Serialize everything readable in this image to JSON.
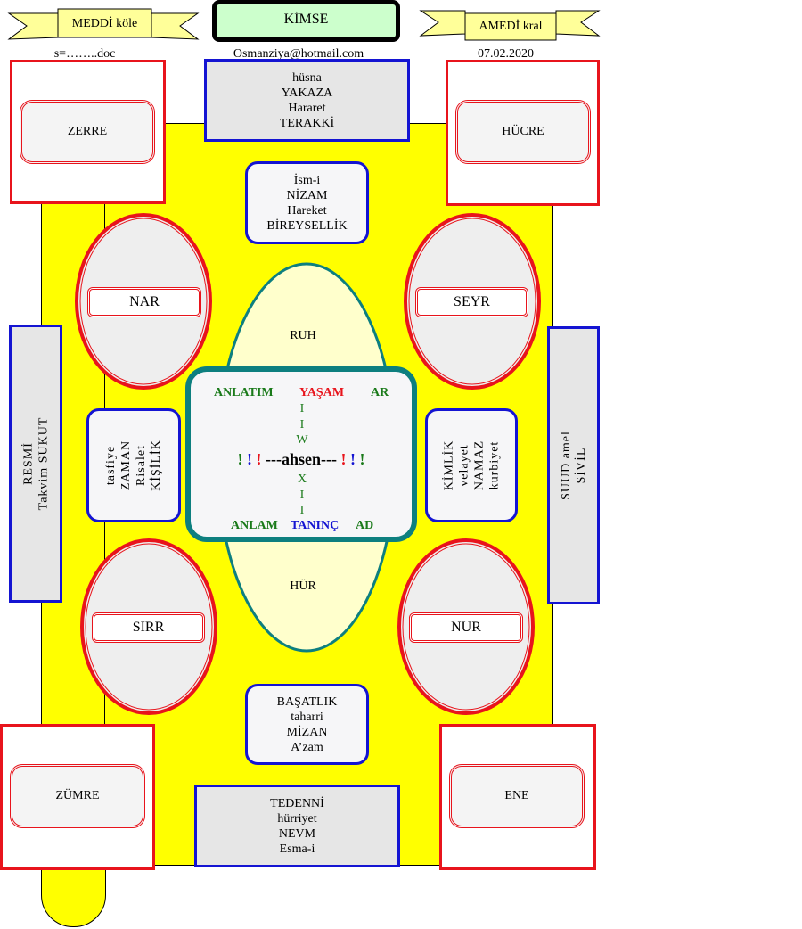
{
  "header": {
    "left_banner": "MEDDİ köle",
    "center_title": "KİMSE",
    "right_banner": "AMEDİ kral",
    "left_sub": "s=……..doc",
    "center_sub": "Osmanziya@hotmail.com",
    "right_sub": "07.02.2020"
  },
  "corners": {
    "top_left": "ZERRE",
    "top_right": "HÜCRE",
    "bottom_left": "ZÜMRE",
    "bottom_right": "ENE"
  },
  "top_box": [
    "hüsna",
    "YAKAZA",
    "Hararet",
    "TERAKKİ"
  ],
  "bottom_box": [
    "TEDENNİ",
    "hürriyet",
    "NEVM",
    "Esma-i"
  ],
  "upper_inner": [
    "İsm-i",
    "NİZAM",
    "Hareket",
    "BİREYSELLİK"
  ],
  "lower_inner": [
    "BAŞATLIK",
    "taharri",
    "MİZAN",
    "A’zam"
  ],
  "ellipses": {
    "top_left": "NAR",
    "top_right": "SEYR",
    "bottom_left": "SIRR",
    "bottom_right": "NUR"
  },
  "oval": {
    "top": "RUH",
    "bottom": "HÜR"
  },
  "left_side": [
    "tasfiye",
    "ZAMAN",
    "Risalet",
    "KİŞİLİK"
  ],
  "right_side": [
    "KİMLİK",
    "velayet",
    "NAMAZ",
    "kurbiyet"
  ],
  "left_bar": [
    "RESMİ",
    "Takvim SUKUT"
  ],
  "right_bar": [
    "SUUD  amel",
    "SİVİL"
  ],
  "center": {
    "top_row": [
      "ANLATIM",
      "YAŞAM",
      "AR"
    ],
    "upper_letters": [
      "I",
      "I",
      "W"
    ],
    "middle": "---ahsen---",
    "bang": "!",
    "lower_letters": [
      "X",
      "I",
      "I"
    ],
    "bottom_row": [
      "ANLAM",
      "TANINÇ",
      "AD"
    ]
  },
  "colors": {
    "yellow": "#ffff00",
    "red": "#e8141c",
    "blue": "#1414d2",
    "teal": "#0d7f7f",
    "green": "#1a7a1a"
  }
}
